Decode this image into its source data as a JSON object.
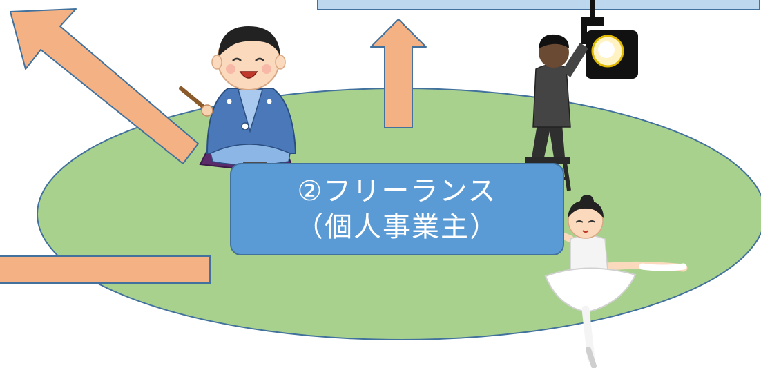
{
  "diagram": {
    "center_label_line1": "②フリーランス",
    "center_label_line2": "（個人事業主）"
  },
  "colors": {
    "oval_fill": "#a9d18e",
    "oval_stroke": "#41719c",
    "box_fill": "#5b9bd5",
    "arrow_fill": "#f4b183",
    "arrow_stroke": "#41719c",
    "top_bar_fill": "#bdd7ee"
  },
  "figures": [
    {
      "name": "rakugo-performer-illustration"
    },
    {
      "name": "lighting-technician-illustration"
    },
    {
      "name": "ballet-dancer-illustration"
    }
  ]
}
